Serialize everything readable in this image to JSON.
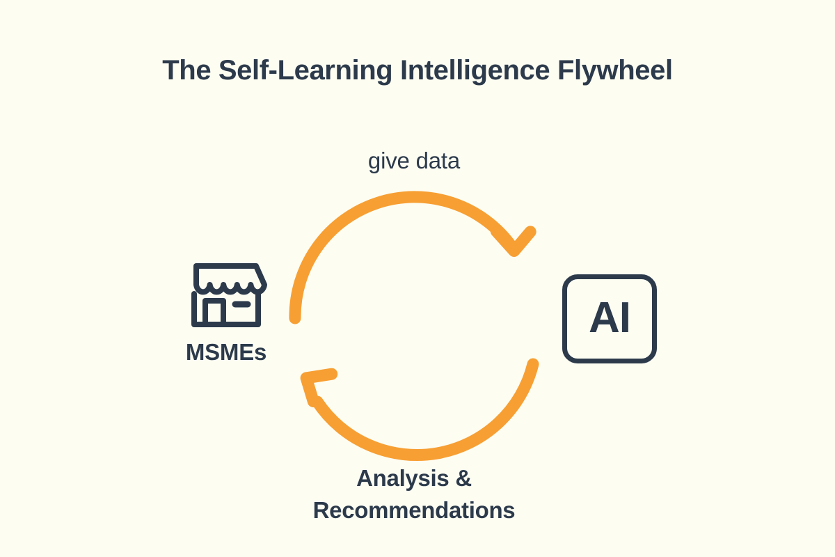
{
  "title": "The Self-Learning Intelligence Flywheel",
  "colors": {
    "background": "#fdfdf2",
    "ink": "#2c3a4b",
    "accent_orange": "#f79f33"
  },
  "diagram": {
    "type": "cycle",
    "nodes": [
      {
        "id": "msmes",
        "label": "MSMEs",
        "icon": "storefront-icon",
        "position": "left"
      },
      {
        "id": "ai",
        "label": "AI",
        "icon": "ai-box-icon",
        "position": "right"
      }
    ],
    "edges": [
      {
        "id": "give-data",
        "label": "give data",
        "from": "msmes",
        "to": "ai",
        "position": "top",
        "direction": "clockwise",
        "color": "#f79f33"
      },
      {
        "id": "analysis-recommendations",
        "label": "Analysis &\nRecommendations",
        "from": "ai",
        "to": "msmes",
        "position": "bottom",
        "direction": "clockwise",
        "color": "#f79f33"
      }
    ]
  }
}
